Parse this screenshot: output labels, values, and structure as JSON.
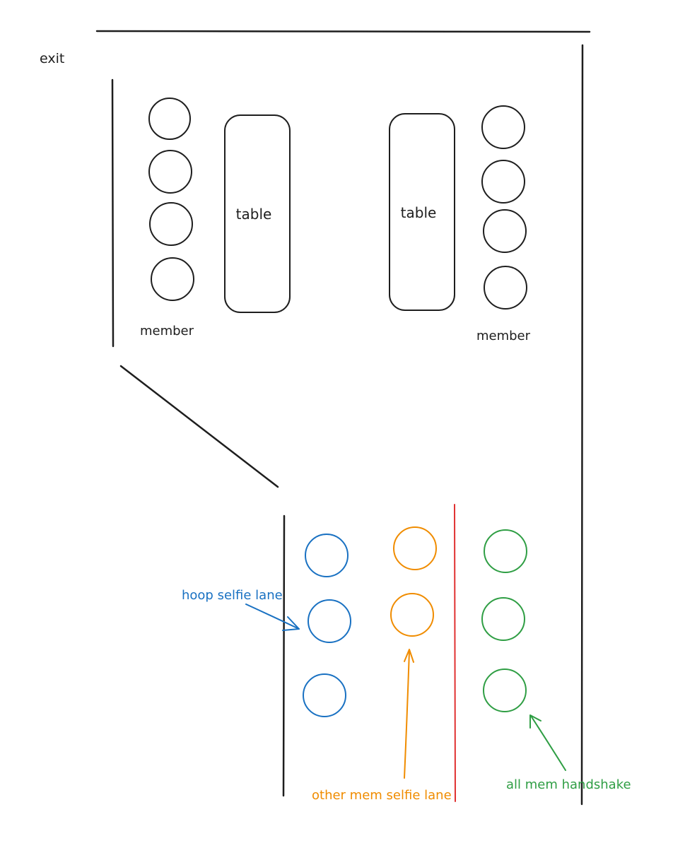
{
  "labels": {
    "exit": "exit",
    "table_left": "table",
    "table_right": "table",
    "member_left": "member",
    "member_right": "member",
    "hoop_lane": "hoop selfie lane",
    "other_lane": "other mem selfie lane",
    "handshake": "all mem handshake"
  },
  "colors": {
    "ink": "#1e1e1e",
    "blue": "#1971c2",
    "orange": "#f08c00",
    "green": "#2f9e44",
    "red": "#e03131"
  }
}
